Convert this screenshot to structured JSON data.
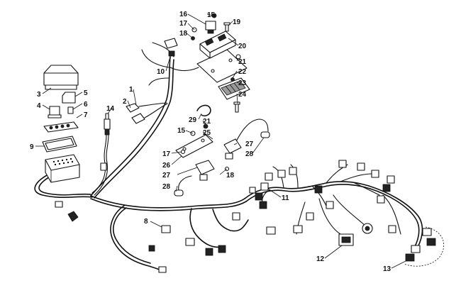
{
  "diagram": {
    "title": "Wiring harness assembly",
    "callouts": {
      "c1": "1",
      "c2": "2",
      "c3": "3",
      "c4": "4",
      "c5": "5",
      "c6": "6",
      "c7": "7",
      "c8": "8",
      "c9": "9",
      "c10": "10",
      "c11": "11",
      "c12": "12",
      "c13": "13",
      "c14": "14",
      "c15a": "15",
      "c15b": "15",
      "c16": "16",
      "c17a": "17",
      "c17b": "17",
      "c18a": "18",
      "c18b": "18",
      "c19": "19",
      "c20": "20",
      "c21a": "21",
      "c21b": "21",
      "c22": "22",
      "c23": "23",
      "c24": "24",
      "c25": "25",
      "c26": "26",
      "c27a": "27",
      "c27b": "27",
      "c28a": "28",
      "c28b": "28",
      "c29": "29"
    }
  }
}
